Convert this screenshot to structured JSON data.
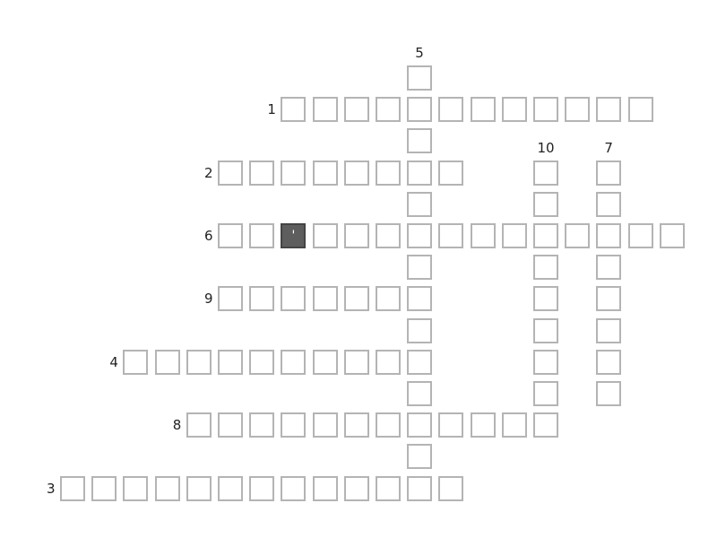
{
  "puzzle": {
    "words": [
      {
        "number": "1",
        "direction": "across",
        "row": 2,
        "col": 9,
        "length": 12
      },
      {
        "number": "2",
        "direction": "across",
        "row": 4,
        "col": 7,
        "length": 8
      },
      {
        "number": "6",
        "direction": "across",
        "row": 6,
        "col": 7,
        "length": 15
      },
      {
        "number": "9",
        "direction": "across",
        "row": 8,
        "col": 7,
        "length": 7
      },
      {
        "number": "4",
        "direction": "across",
        "row": 10,
        "col": 4,
        "length": 10
      },
      {
        "number": "8",
        "direction": "across",
        "row": 12,
        "col": 6,
        "length": 12
      },
      {
        "number": "3",
        "direction": "across",
        "row": 14,
        "col": 2,
        "length": 13
      },
      {
        "number": "5",
        "direction": "down",
        "row": 1,
        "col": 13,
        "length": 13
      },
      {
        "number": "10",
        "direction": "down",
        "row": 4,
        "col": 17,
        "length": 9
      },
      {
        "number": "7",
        "direction": "down",
        "row": 4,
        "col": 19,
        "length": 8
      }
    ],
    "cell_entries": [
      {
        "row": 6,
        "col": 9,
        "text": "'"
      }
    ],
    "colors": {
      "cell_border": "#b4b4b4",
      "cell_background": "#ffffff",
      "filled_cell": "#5e5e5e",
      "number_text": "#222222"
    }
  }
}
